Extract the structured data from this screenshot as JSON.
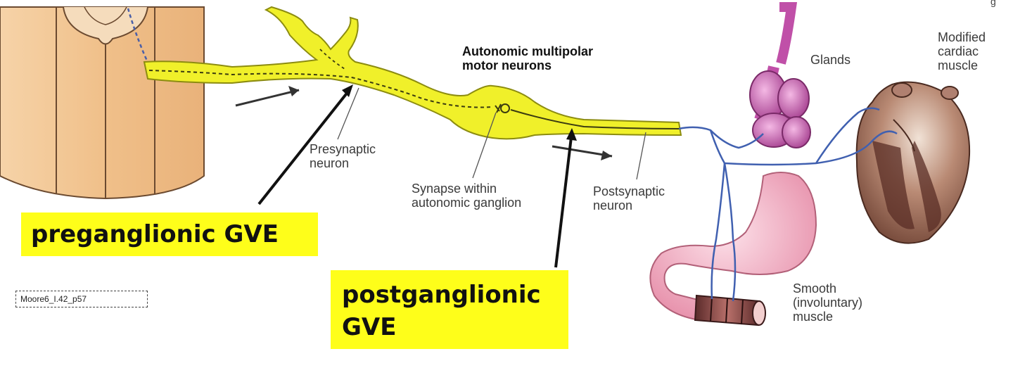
{
  "labels": {
    "autonomic_title_1": "Autonomic multipolar",
    "autonomic_title_2": "motor neurons",
    "glands": "Glands",
    "cardiac_1": "Modified",
    "cardiac_2": "cardiac",
    "cardiac_3": "muscle",
    "presynaptic_1": "Presynaptic",
    "presynaptic_2": "neuron",
    "synapse_1": "Synapse within",
    "synapse_2": "autonomic ganglion",
    "postsynaptic_1": "Postsynaptic",
    "postsynaptic_2": "neuron",
    "smooth_1": "Smooth",
    "smooth_2": "(involuntary)",
    "smooth_3": "muscle",
    "corner_mark": "g"
  },
  "highlights": {
    "preganglionic": "preganglionic GVE",
    "postganglionic_1": "postganglionic",
    "postganglionic_2": "GVE"
  },
  "reference": "Moore6_I.42_p57",
  "colors": {
    "neuron_fill": "#f0f02a",
    "neuron_stroke": "#8c8c10",
    "highlight": "#fefe1a",
    "spinal_cord": "#f3c99a",
    "nerve_blue": "#4060b0",
    "gland": "#c050a8",
    "stomach": "#f2a0b8",
    "heart": "#8a5a4a"
  }
}
